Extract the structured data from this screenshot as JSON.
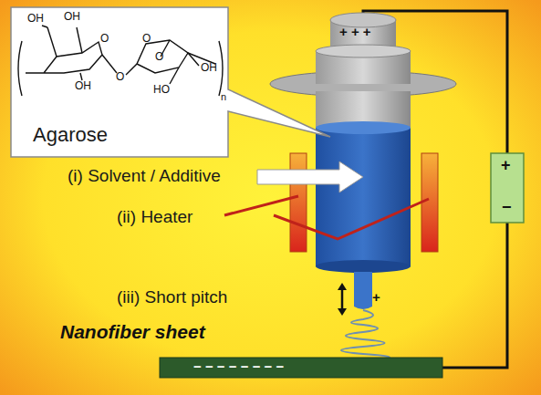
{
  "diagram": {
    "nodes": [
      {
        "text": [
          "Agarose"
        ]
      }
    ],
    "labels": [
      "OH",
      "OH",
      "O",
      "OH",
      "O",
      "O",
      "O",
      "OH",
      "HO",
      "n",
      "+ + +",
      "(i) Solvent / Additive",
      "(ii) Heater",
      "(iii) Short pitch",
      "+",
      "Nanofiber sheet",
      "− − − − − − − −",
      "+",
      "−"
    ]
  }
}
